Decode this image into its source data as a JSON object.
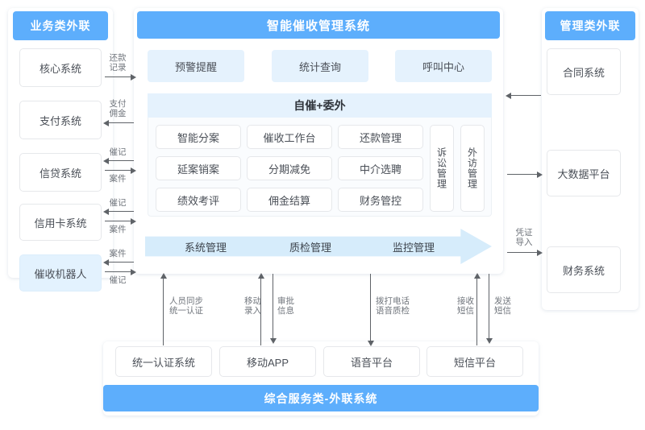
{
  "left_panel": {
    "header": "业务类外联",
    "items": [
      {
        "label": "核心系统",
        "highlight": false
      },
      {
        "label": "支付系统",
        "highlight": false
      },
      {
        "label": "信贷系统",
        "highlight": false
      },
      {
        "label": "信用卡系统",
        "highlight": false
      },
      {
        "label": "催收机器人",
        "highlight": true
      }
    ]
  },
  "center_panel": {
    "header": "智能催收管理系统",
    "top_modules": [
      "预警提醒",
      "统计查询",
      "呼叫中心"
    ],
    "core": {
      "title": "自催+委外",
      "grid": [
        [
          "智能分案",
          "催收工作台",
          "还款管理"
        ],
        [
          "延案销案",
          "分期减免",
          "中介选聘"
        ],
        [
          "绩效考评",
          "佣金结算",
          "财务管控"
        ]
      ],
      "side_modules": [
        "诉讼管理",
        "外访管理"
      ]
    },
    "banner": [
      "系统管理",
      "质检管理",
      "监控管理"
    ]
  },
  "right_panel": {
    "header": "管理类外联",
    "items": [
      "合同系统",
      "大数据平台",
      "财务系统"
    ]
  },
  "bottom_panel": {
    "items": [
      "统一认证系统",
      "移动APP",
      "语音平台",
      "短信平台"
    ],
    "footer": "综合服务类-外联系统"
  },
  "left_flows": [
    {
      "label": "还款\n记录",
      "dir": "right"
    },
    {
      "label": "支付\n佣金",
      "dir": "left"
    },
    {
      "label_top": "催记",
      "label_bottom": "案件",
      "dir": "both"
    },
    {
      "label_top": "催记",
      "label_bottom": "案件",
      "dir": "both"
    },
    {
      "label_top": "案件",
      "label_bottom": "催记",
      "dir": "both"
    }
  ],
  "right_flows": [
    {
      "label": "",
      "dir": "left"
    },
    {
      "label": "",
      "dir": "right"
    },
    {
      "label": "凭证\n导入",
      "dir": "right"
    }
  ],
  "bottom_flows": [
    {
      "label": "人员同步\n统一认证",
      "dir": "up"
    },
    {
      "label": "移动\n录入",
      "dir": "up"
    },
    {
      "label": "审批\n信息",
      "dir": "down"
    },
    {
      "label": "拨打电话\n语音质检",
      "dir": "down"
    },
    {
      "label": "接收\n短信",
      "dir": "up"
    },
    {
      "label": "发送\n短信",
      "dir": "down"
    }
  ],
  "colors": {
    "brand_blue": "#5daefc",
    "light_blue": "#e5f2fd",
    "banner_blue": "#d6ecfb",
    "box_border": "#e6e8eb",
    "arrow_gray": "#5f6368"
  }
}
